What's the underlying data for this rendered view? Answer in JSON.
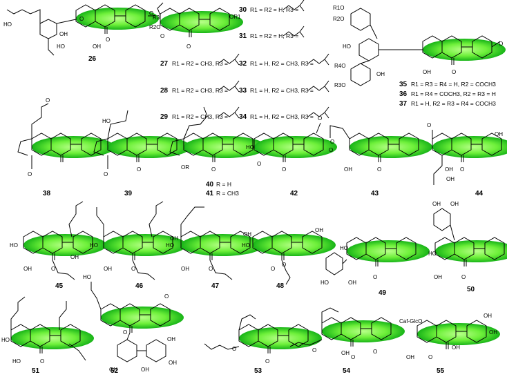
{
  "colors": {
    "highlight_center": "#7CFC3A",
    "highlight_edge": "#19B219",
    "bond": "#000000"
  },
  "compounds": [
    {
      "id": "c26",
      "label": "26"
    },
    {
      "id": "c27",
      "label": "27"
    },
    {
      "id": "c28",
      "label": "28"
    },
    {
      "id": "c29",
      "label": "29"
    },
    {
      "id": "c30",
      "label": "30"
    },
    {
      "id": "c31",
      "label": "31"
    },
    {
      "id": "c32",
      "label": "32"
    },
    {
      "id": "c33",
      "label": "33"
    },
    {
      "id": "c34",
      "label": "34"
    },
    {
      "id": "c35",
      "label": "35"
    },
    {
      "id": "c36",
      "label": "36"
    },
    {
      "id": "c37",
      "label": "37"
    },
    {
      "id": "c38",
      "label": "38"
    },
    {
      "id": "c39",
      "label": "39"
    },
    {
      "id": "c40",
      "label": "40"
    },
    {
      "id": "c41",
      "label": "41"
    },
    {
      "id": "c42",
      "label": "42"
    },
    {
      "id": "c43",
      "label": "43"
    },
    {
      "id": "c44",
      "label": "44"
    },
    {
      "id": "c45",
      "label": "45"
    },
    {
      "id": "c46",
      "label": "46"
    },
    {
      "id": "c47",
      "label": "47"
    },
    {
      "id": "c48",
      "label": "48"
    },
    {
      "id": "c49",
      "label": "49"
    },
    {
      "id": "c50",
      "label": "50"
    },
    {
      "id": "c51",
      "label": "51"
    },
    {
      "id": "c52",
      "label": "52"
    },
    {
      "id": "c53",
      "label": "53"
    },
    {
      "id": "c54",
      "label": "54"
    },
    {
      "id": "c55",
      "label": "55"
    }
  ],
  "substituents": {
    "s27": "R1 = R2 = CH3, R3 =",
    "s28": "R1 = R2 = CH3, R3 =",
    "s29": "R1 = R2 = CH3, R3 =",
    "s30": "R1 = R2 = H, R3 =",
    "s31": "R1 = R2 = H, R3 =",
    "s32": "R1 = H, R2 = CH3, R3 =",
    "s33": "R1 = H, R2 = CH3, R3 =",
    "s34": "R1 = H, R2 = CH3, R3 =",
    "s35": "R1 = R3 = R4 = H, R2 = COCH3",
    "s36": "R1 = R4 = COCH3, R2 = R3 = H",
    "s37": "R1 = H, R2 = R3 = R4 = COCH3",
    "s40": "R = H",
    "s41": "R = CH3"
  },
  "atom_labels": {
    "HO": "HO",
    "OH": "OH",
    "O": "O",
    "OR": "OR",
    "OR1": "OR1",
    "R1O": "R1O",
    "R2O": "R2O",
    "R3O": "R3O",
    "R4O": "R4O",
    "R3": "R3",
    "caf": "Caf-GlcO"
  }
}
